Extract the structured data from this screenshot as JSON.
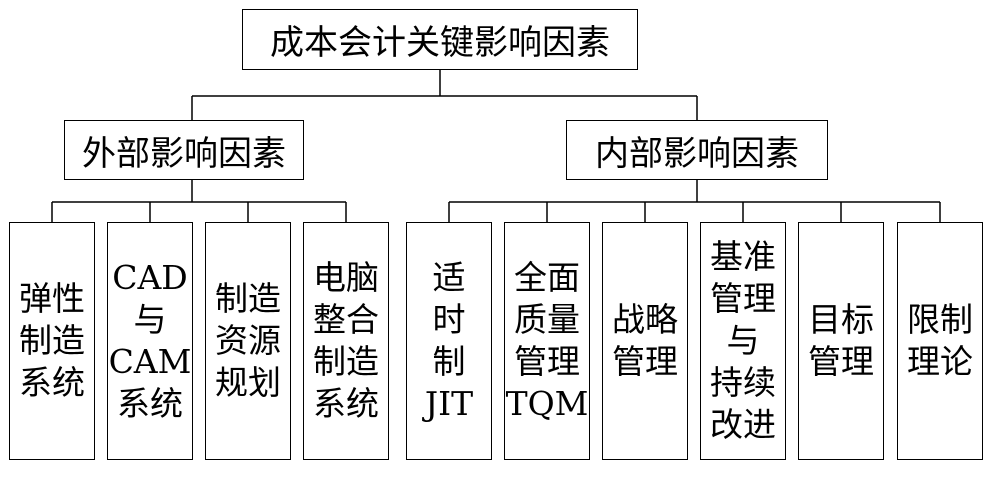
{
  "root": {
    "label": "成本会计关键影响因素"
  },
  "external": {
    "label": "外部影响因素",
    "items": [
      {
        "label": "弹性\n制造\n系统"
      },
      {
        "label": "CAD\n与\nCAM\n系统"
      },
      {
        "label": "制造\n资源\n规划"
      },
      {
        "label": "电脑\n整合\n制造\n系统"
      }
    ]
  },
  "internal": {
    "label": "内部影响因素",
    "items": [
      {
        "label": "适\n时\n制\nJIT"
      },
      {
        "label": "全面\n质量\n管理\nTQM"
      },
      {
        "label": "战略\n管理"
      },
      {
        "label": "基准\n管理\n与\n持续\n改进"
      },
      {
        "label": "目标\n管理"
      },
      {
        "label": "限制\n理论"
      }
    ]
  }
}
